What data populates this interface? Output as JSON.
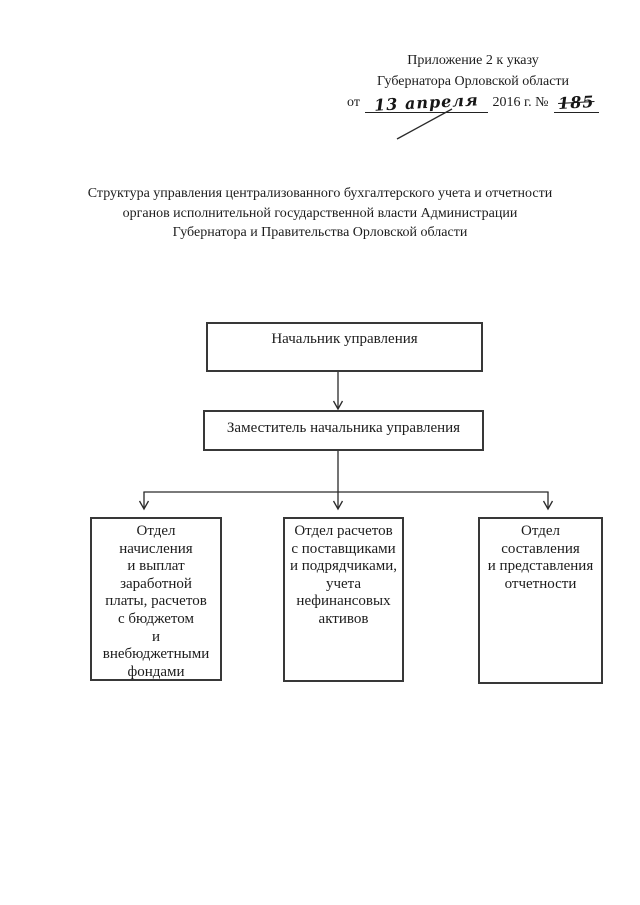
{
  "page": {
    "background": "#ffffff",
    "ink": "#1c1c1c",
    "box_border": "#383838"
  },
  "annotation": {
    "line1": "Приложение 2 к указу",
    "line2": "Губернатора Орловской области",
    "date_prefix": "от",
    "date_handwritten": "13 апреля",
    "date_year_suffix": "2016 г. №",
    "doc_number_handwritten": "185"
  },
  "title": [
    "Структура управления централизованного бухгалтерского учета и отчетности",
    "органов исполнительной государственной власти Администрации",
    "Губернатора и Правительства Орловской области"
  ],
  "diagram": {
    "type": "org-chart",
    "nodes": [
      {
        "id": "head",
        "label": "Начальник управления"
      },
      {
        "id": "deputy",
        "label": "Заместитель начальника управления"
      },
      {
        "id": "dept-payroll",
        "label_lines": [
          "Отдел",
          "начисления",
          "и выплат",
          "заработной",
          "платы, расчетов",
          "с бюджетом",
          "и",
          "внебюджетными",
          "фондами"
        ]
      },
      {
        "id": "dept-suppliers",
        "label_lines": [
          "Отдел расчетов",
          "с поставщиками",
          "и подрядчиками,",
          "учета",
          "нефинансовых",
          "активов"
        ]
      },
      {
        "id": "dept-reporting",
        "label_lines": [
          "Отдел",
          "составления",
          "и представления",
          "отчетности"
        ]
      }
    ],
    "edges": [
      {
        "from": "head",
        "to": "deputy"
      },
      {
        "from": "deputy",
        "to": "dept-payroll"
      },
      {
        "from": "deputy",
        "to": "dept-suppliers"
      },
      {
        "from": "deputy",
        "to": "dept-reporting"
      }
    ]
  }
}
